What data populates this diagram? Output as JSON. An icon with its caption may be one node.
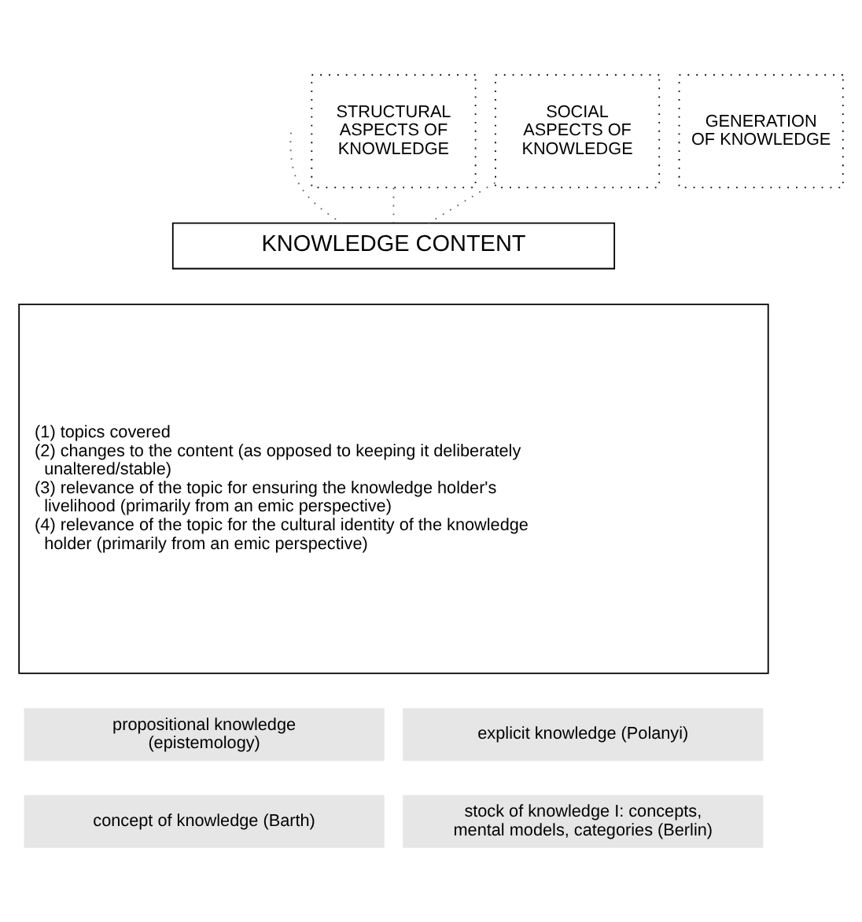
{
  "diagram": {
    "nodes": [
      {
        "text": [
          "STRUCTURAL ASPECTS OF KNOWLEDGE"
        ]
      },
      {
        "text": [
          "SOCIAL ASPECTS OF KNOWLEDGE"
        ]
      },
      {
        "text": [
          "GENERATION OF KNOWLEDGE"
        ]
      },
      {
        "text": [
          "KNOWLEDGE CONTENT"
        ]
      },
      {
        "text": [
          "(1) topics covered",
          "(2) changes to the content (as opposed to keeping it deliberately unaltered/stable)",
          "(3) relevance of the topic for ensuring the knowledge holder's livelihood (primarily from an emic perspective)",
          "(4) relevance of the topic for the cultural identity of the knowledge holder (primarily from an emic perspective)"
        ]
      },
      {
        "text": [
          "propositional knowledge (epistemology)"
        ]
      },
      {
        "text": [
          "explicit knowledge (Polanyi)"
        ]
      },
      {
        "text": [
          "concept of knowledge (Barth)"
        ]
      },
      {
        "text": [
          "stock of knowledge I: concepts, mental models, categories (Berlin)"
        ]
      }
    ],
    "edges": [
      {
        "from": null,
        "to": 3,
        "arrow": "none",
        "style": "dashed"
      },
      {
        "from": 0,
        "to": 3,
        "arrow": "none",
        "style": "dashed"
      },
      {
        "from": 1,
        "to": 3,
        "arrow": "none",
        "style": "dashed"
      }
    ]
  }
}
